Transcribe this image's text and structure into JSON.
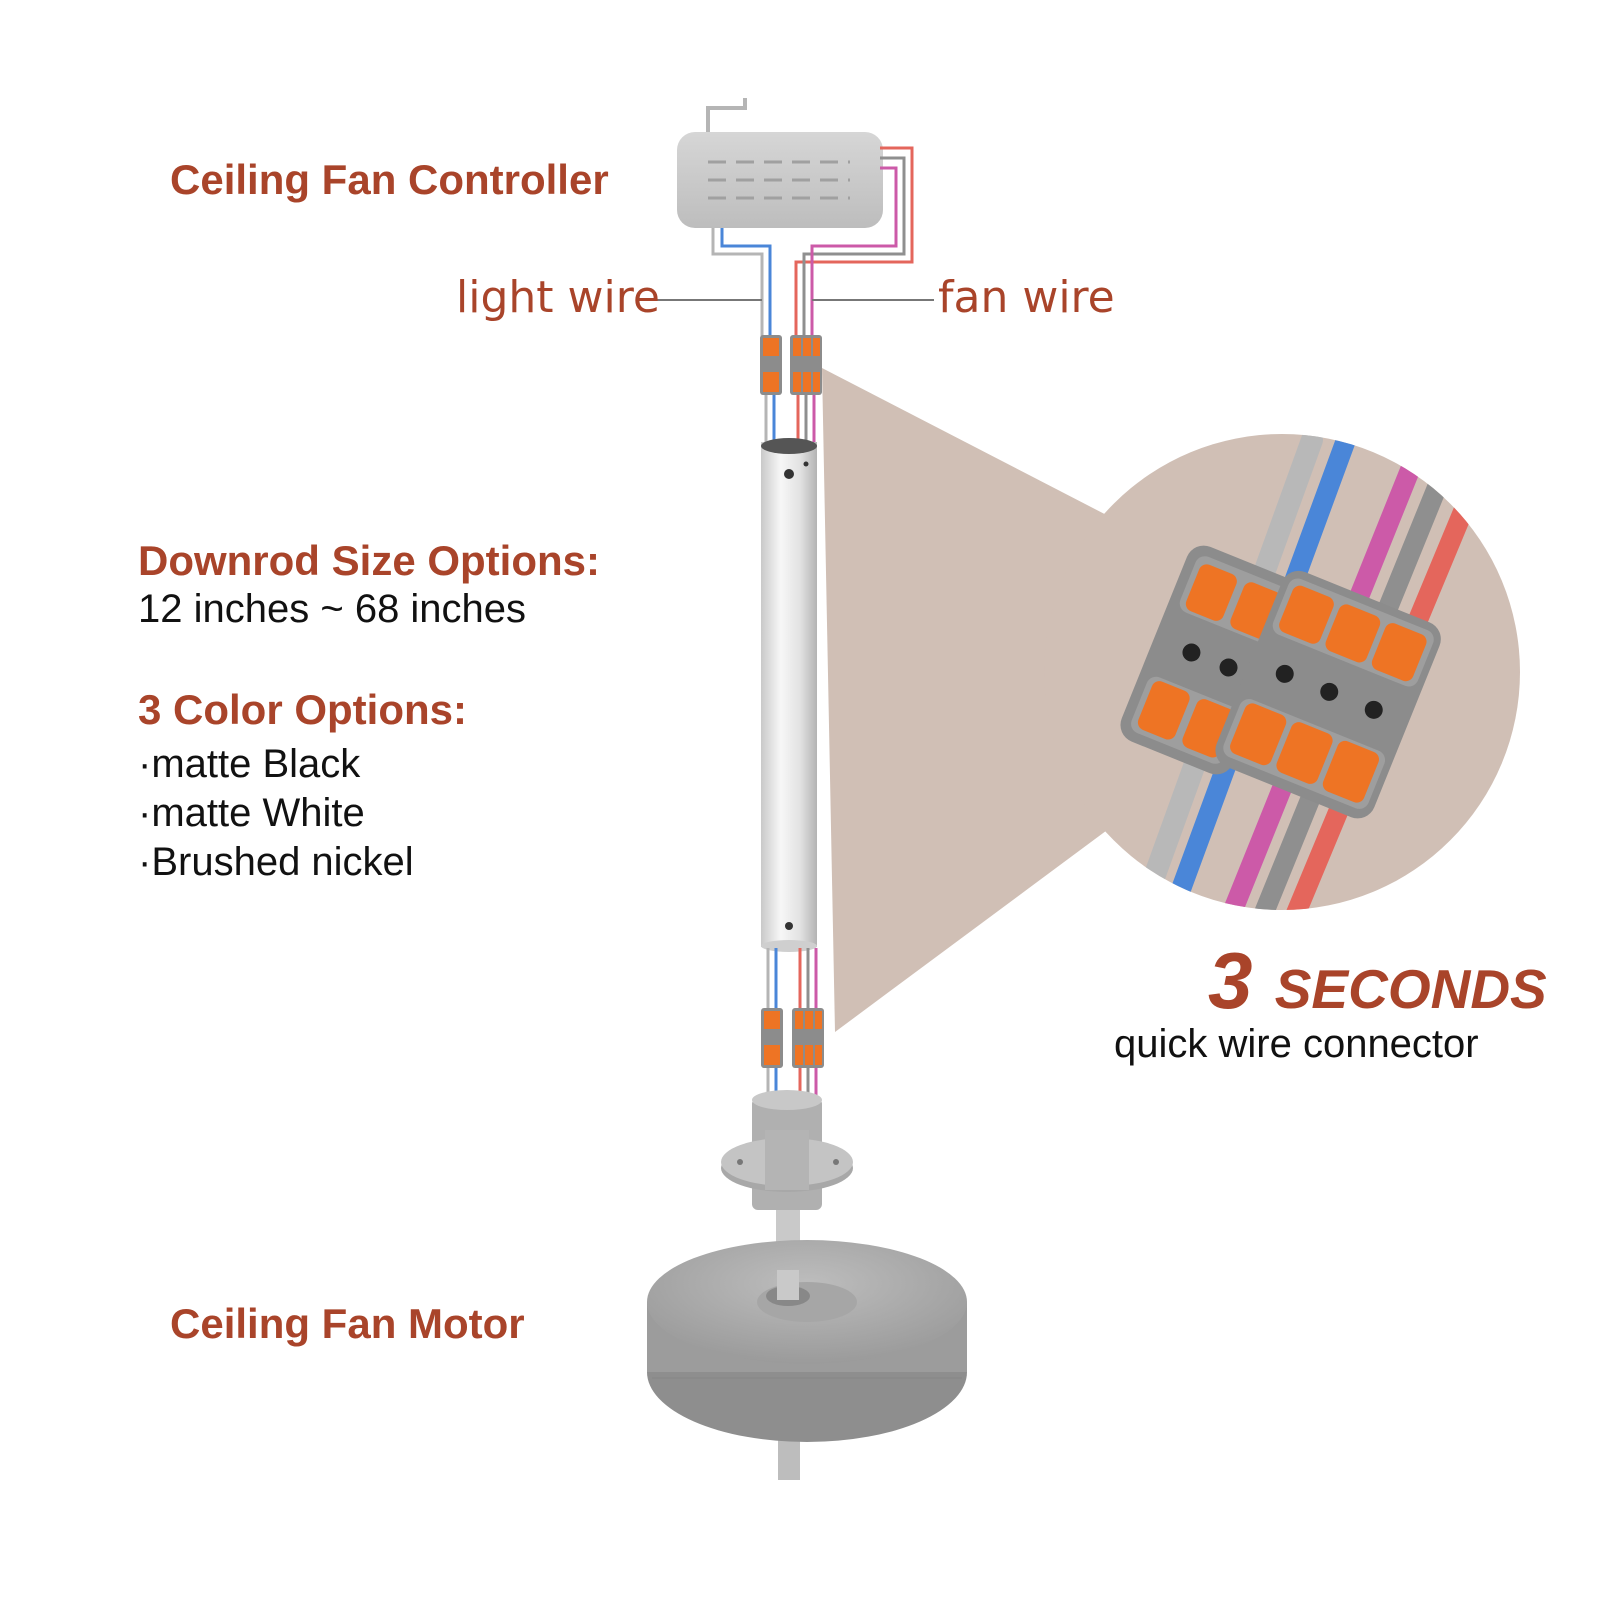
{
  "labels": {
    "controller": "Ceiling Fan Controller",
    "light_wire": "light wire",
    "fan_wire": "fan wire",
    "downrod_heading": "Downrod Size Options:",
    "downrod_range": "12 inches ~ 68 inches",
    "color_heading": "3 Color Options:",
    "motor": "Ceiling Fan Motor"
  },
  "color_options": [
    "matte Black",
    "matte White",
    "Brushed nickel"
  ],
  "callout": {
    "headline_number": "3",
    "headline_word": "seconds",
    "subtitle": "quick wire connector"
  },
  "colors": {
    "label_red": "#a9442a",
    "wire_blue": "#4a86d8",
    "wire_gray": "#a9a9a9",
    "wire_pink": "#cc5aa8",
    "wire_red": "#e4665c",
    "connector_orange": "#ee7424",
    "connector_gray": "#8c8c8c",
    "callout_bg": "#d0bfb5"
  }
}
